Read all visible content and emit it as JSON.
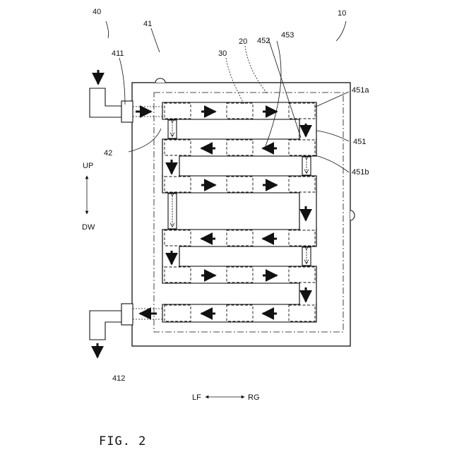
{
  "labels": {
    "ref_10": "10",
    "ref_20": "20",
    "ref_30": "30",
    "ref_40": "40",
    "ref_41": "41",
    "ref_42": "42",
    "ref_411": "411",
    "ref_412": "412",
    "ref_451": "451",
    "ref_451a": "451a",
    "ref_451b": "451b",
    "ref_452": "452",
    "ref_453": "453"
  },
  "directions": {
    "up": "UP",
    "down": "DW",
    "left": "LF",
    "right": "RG"
  },
  "caption": "FIG. 2"
}
